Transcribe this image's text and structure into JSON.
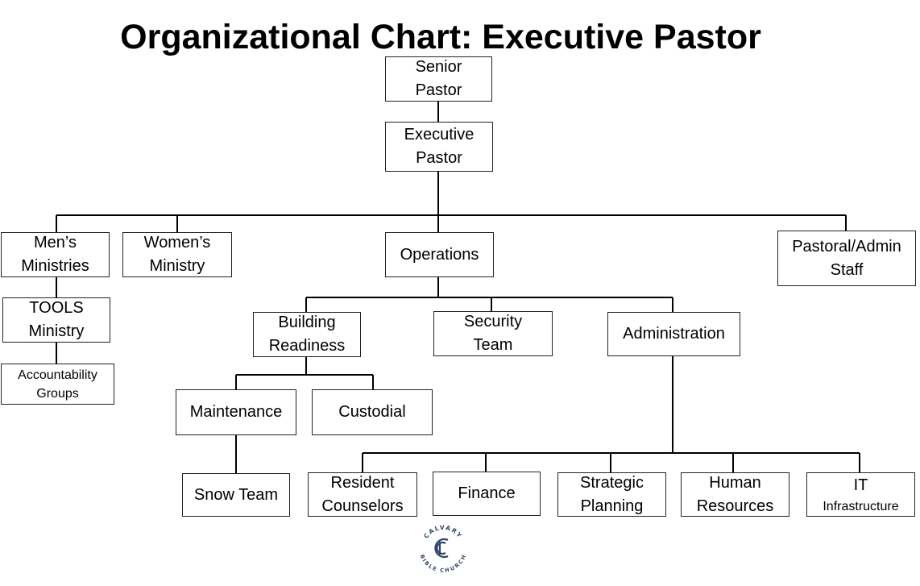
{
  "title": "Organizational Chart: Executive Pastor",
  "colors": {
    "line": "#000000",
    "box_border": "#222222",
    "logo": "#2f4468"
  },
  "nodes": {
    "senior_pastor": [
      "Senior",
      "Pastor"
    ],
    "executive_pastor": [
      "Executive",
      "Pastor"
    ],
    "mens_ministries": [
      "Men’s",
      "Ministries"
    ],
    "womens_ministry": [
      "Women’s",
      "Ministry"
    ],
    "operations": [
      "Operations"
    ],
    "pastoral_admin_staff": [
      "Pastoral/Admin",
      "Staff"
    ],
    "tools_ministry": [
      "TOOLS",
      "Ministry"
    ],
    "accountability_groups": [
      "Accountability",
      "Groups"
    ],
    "building_readiness": [
      "Building",
      "Readiness"
    ],
    "security_team": [
      "Security",
      "Team"
    ],
    "administration": [
      "Administration"
    ],
    "maintenance": [
      "Maintenance"
    ],
    "custodial": [
      "Custodial"
    ],
    "snow_team": [
      "Snow Team"
    ],
    "resident_counselors": [
      "Resident",
      "Counselors"
    ],
    "finance": [
      "Finance"
    ],
    "strategic_planning": [
      "Strategic",
      "Planning"
    ],
    "human_resources": [
      "Human",
      "Resources"
    ],
    "it_infrastructure": [
      "IT",
      "Infrastructure"
    ]
  },
  "logo": {
    "top_text": "CALVARY",
    "bottom_text": "BIBLE CHURCH",
    "monogram": "CBC",
    "icon": "calvary-bible-church-logo"
  }
}
